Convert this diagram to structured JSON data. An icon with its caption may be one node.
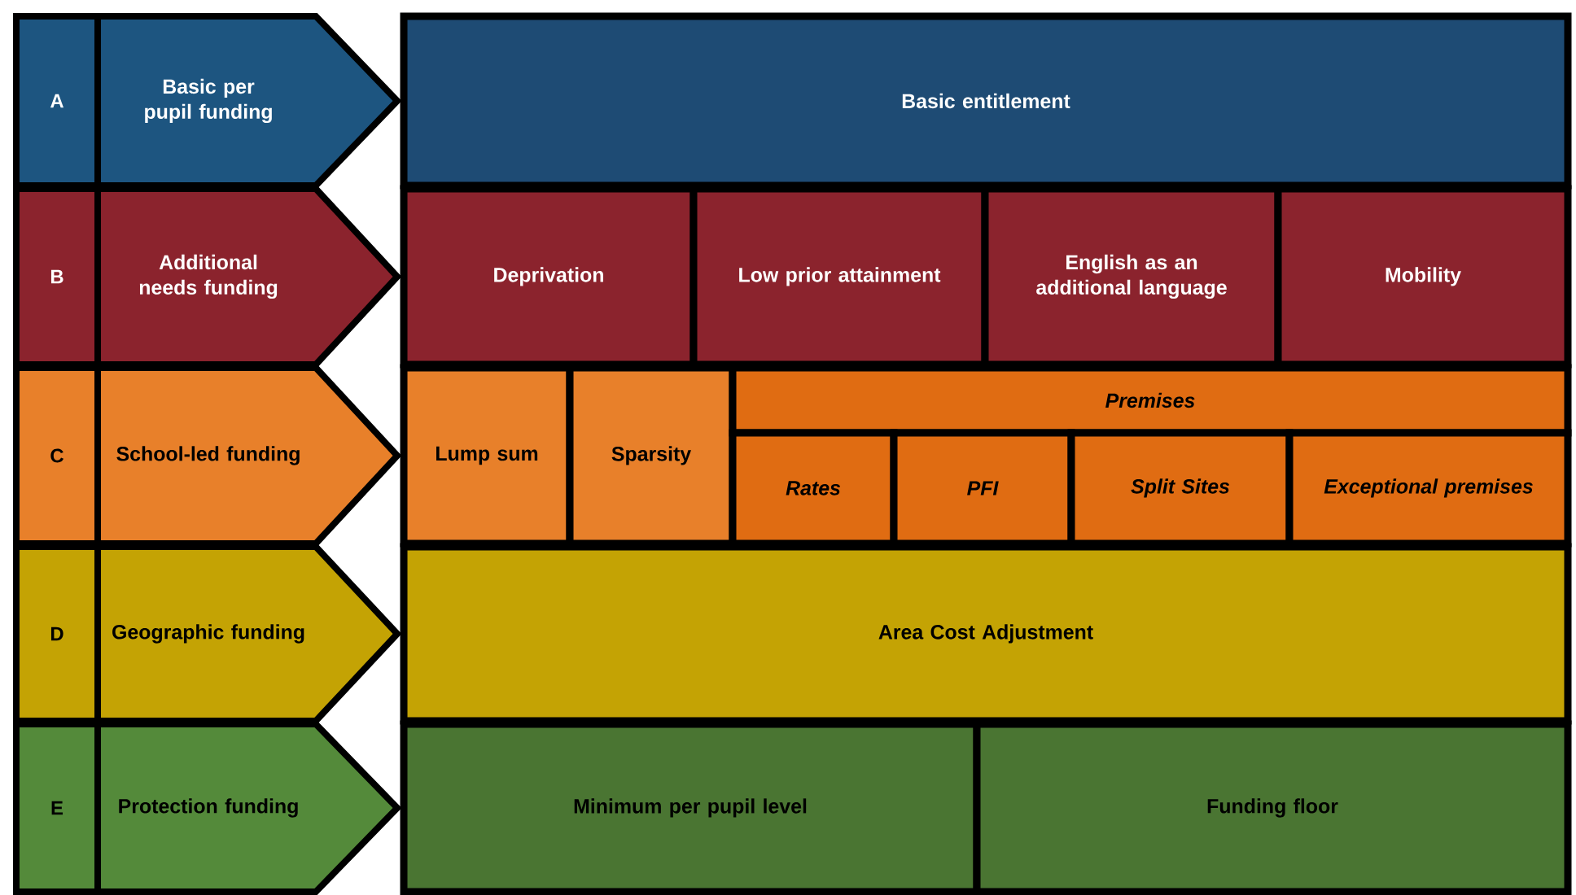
{
  "diagram": {
    "nodes": [
      {
        "text": [
          "A"
        ]
      },
      {
        "text": [
          "Basic per pupil funding"
        ]
      },
      {
        "text": [
          "Basic entitlement"
        ]
      },
      {
        "text": [
          "B"
        ]
      },
      {
        "text": [
          "Additional needs funding"
        ]
      },
      {
        "text": [
          "Deprivation"
        ]
      },
      {
        "text": [
          "Low prior attainment"
        ]
      },
      {
        "text": [
          "English as an additional language"
        ]
      },
      {
        "text": [
          "Mobility"
        ]
      },
      {
        "text": [
          "C"
        ]
      },
      {
        "text": [
          "School-led funding"
        ]
      },
      {
        "text": [
          "Lump sum"
        ]
      },
      {
        "text": [
          "Sparsity"
        ]
      },
      {
        "text": [
          "Premises"
        ]
      },
      {
        "text": [
          "Rates"
        ]
      },
      {
        "text": [
          "PFI"
        ]
      },
      {
        "text": [
          "Split Sites"
        ]
      },
      {
        "text": [
          "Exceptional premises"
        ]
      },
      {
        "text": [
          "D"
        ]
      },
      {
        "text": [
          "Geographic funding"
        ]
      },
      {
        "text": [
          "Area Cost Adjustment"
        ]
      },
      {
        "text": [
          "E"
        ]
      },
      {
        "text": [
          "Protection funding"
        ]
      },
      {
        "text": [
          "Minimum per pupil level"
        ]
      },
      {
        "text": [
          "Funding floor"
        ]
      }
    ]
  }
}
